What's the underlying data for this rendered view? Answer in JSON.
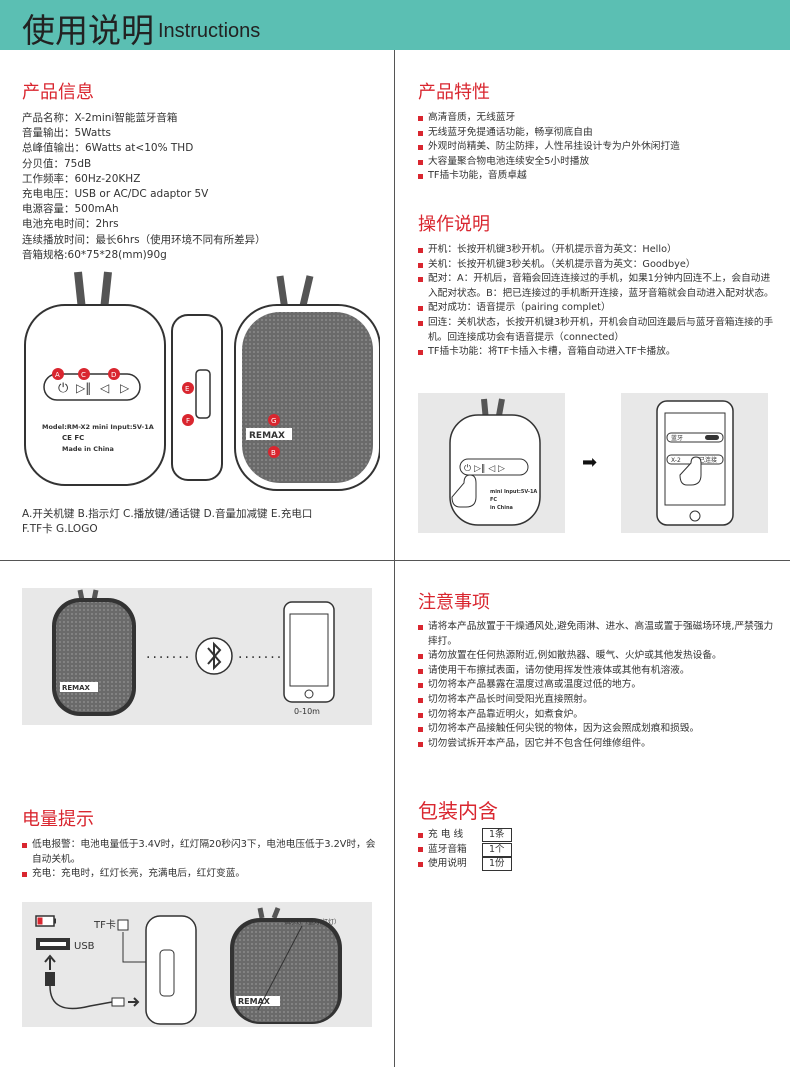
{
  "header": {
    "title_cn": "使用说明",
    "title_en": "Instructions"
  },
  "product_info": {
    "title": "产品信息",
    "lines": [
      "产品名称：X-2mini智能蓝牙音箱",
      "音量输出：5Watts",
      "总峰值输出：6Watts at<10% THD",
      "分贝值：75dB",
      "工作频率：60Hz-20KHZ",
      "充电电压：USB or AC/DC adaptor 5V",
      "电源容量：500mAh",
      "电池充电时间：2hrs",
      "连续播放时间：最长6hrs（使用环境不同有所差异）",
      "音箱规格:60*75*28(mm)90g"
    ],
    "diagram": {
      "model_text": "Model:RM-X2 mini Input:5V-1A",
      "ce_fc": "CE FC",
      "made_in": "Made in China",
      "brand": "REMAX",
      "markers": [
        "A",
        "C",
        "D",
        "E",
        "F",
        "G",
        "B"
      ]
    },
    "caption_1": "A.开关机键  B.指示灯  C.播放键/通话键  D.音量加减键  E.充电口",
    "caption_2": "F.TF卡  G.LOGO"
  },
  "features": {
    "title": "产品特性",
    "items": [
      "高清音质，无线蓝牙",
      "无线蓝牙免提通话功能，畅享彻底自由",
      "外观时尚精美、防尘防摔，人性吊挂设计专为户外休闲打造",
      "大容量聚合物电池连续安全5小时播放",
      "TF插卡功能，音质卓越"
    ]
  },
  "operation": {
    "title": "操作说明",
    "items": [
      "开机：长按开机键3秒开机。（开机提示音为英文：Hello）",
      "关机：长按开机键3秒关机。（关机提示音为英文：Goodbye）",
      "配对：A：开机后，音箱会回连连接过的手机，如果1分钟内回连不上，会自动进入配对状态。B：把已连接过的手机断开连接，蓝牙音箱就会自动进入配对状态。",
      "配对成功：语音提示（pairing complet）",
      "回连：关机状态，长按开机键3秒开机，开机会自动回连最后与蓝牙音箱连接的手机。回连接成功会有语音提示（connected）",
      "TF插卡功能：将TF卡插入卡槽，音箱自动进入TF卡播放。"
    ],
    "phone": {
      "bt_label": "蓝牙",
      "device_label": "X-2",
      "connected_label": "已连接",
      "speaker_text": "mini Input:5V-1A",
      "speaker_fc": "FC",
      "speaker_made": "in China"
    }
  },
  "range": {
    "distance": "0-10m",
    "brand": "REMAX"
  },
  "notice": {
    "title": "注意事项",
    "items": [
      "请将本产品放置于干燥通风处,避免雨淋、进水、高温或置于强磁场环境,严禁强力摔打。",
      "请勿放置在任何热源附近,例如散热器、暖气、火炉或其他发热设备。",
      "请使用干布擦拭表面，请勿使用挥发性液体或其他有机溶液。",
      "切勿将本产品暴露在温度过高或温度过低的地方。",
      "切勿将本产品长时间受阳光直接照射。",
      "切勿将本产品靠近明火，如煮食炉。",
      "切勿将本产品接触任何尖锐的物体，因为这会照成划痕和损毁。",
      "切勿尝试拆开本产品，因它并不包含任何维修组件。"
    ]
  },
  "battery": {
    "title": "电量提示",
    "items": [
      "低电报警：电池电量低于3.4V时，红灯隔20秒闪3下，电池电压低于3.2V时，会自动关机。",
      "充电：充电时，红灯长亮，充满电后，红灯变蓝。"
    ],
    "diagram": {
      "tf_label": "TF卡",
      "usb_label": "USB",
      "indicator_label": "指示灯（蓝灯/红灯）",
      "brand": "REMAX"
    }
  },
  "package": {
    "title": "包装内含",
    "items": [
      {
        "name": "充 电 线",
        "qty": "1条"
      },
      {
        "name": "蓝牙音箱",
        "qty": "1个"
      },
      {
        "name": "使用说明",
        "qty": "1份"
      }
    ]
  },
  "colors": {
    "header_bg": "#5bbfb3",
    "accent_red": "#d9262f",
    "panel_grey": "#e8e8e8"
  }
}
